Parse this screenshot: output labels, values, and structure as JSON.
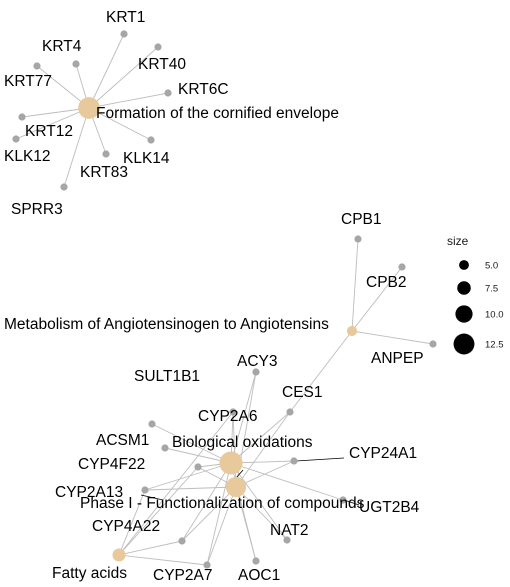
{
  "colors": {
    "category_node": "#e8c99b",
    "gene_node": "#a6a6a6",
    "edge": "#bdbdbd",
    "label": "#000000"
  },
  "legend": {
    "title": "size",
    "entries": [
      {
        "label": "5.0",
        "size": 5.0
      },
      {
        "label": "7.5",
        "size": 7.5
      },
      {
        "label": "10.0",
        "size": 10.0
      },
      {
        "label": "12.5",
        "size": 12.5
      }
    ]
  },
  "categories": [
    {
      "id": "cornified",
      "label": "Formation of the cornified envelope",
      "size": 12
    },
    {
      "id": "angiotensin",
      "label": "Metabolism of Angiotensinogen to Angiotensins",
      "size": 4
    },
    {
      "id": "bioox",
      "label": "Biological oxidations",
      "size": 13
    },
    {
      "id": "phase1",
      "label": "Phase I - Functionalization of compounds",
      "size": 11
    },
    {
      "id": "fatty",
      "label": "Fatty acids",
      "size": 6
    }
  ],
  "genes": [
    {
      "id": "KRT1",
      "label": "KRT1"
    },
    {
      "id": "KRT4",
      "label": "KRT4"
    },
    {
      "id": "KRT40",
      "label": "KRT40"
    },
    {
      "id": "KRT77",
      "label": "KRT77"
    },
    {
      "id": "KRT6C",
      "label": "KRT6C"
    },
    {
      "id": "KRT12",
      "label": "KRT12"
    },
    {
      "id": "KLK12",
      "label": "KLK12"
    },
    {
      "id": "KLK14",
      "label": "KLK14"
    },
    {
      "id": "KRT83",
      "label": "KRT83"
    },
    {
      "id": "SPRR3",
      "label": "SPRR3"
    },
    {
      "id": "CPB1",
      "label": "CPB1"
    },
    {
      "id": "CPB2",
      "label": "CPB2"
    },
    {
      "id": "ANPEP",
      "label": "ANPEP"
    },
    {
      "id": "SULT1B1",
      "label": "SULT1B1"
    },
    {
      "id": "ACY3",
      "label": "ACY3"
    },
    {
      "id": "CES1",
      "label": "CES1"
    },
    {
      "id": "CYP2A6",
      "label": "CYP2A6"
    },
    {
      "id": "ACSM1",
      "label": "ACSM1"
    },
    {
      "id": "CYP24A1",
      "label": "CYP24A1"
    },
    {
      "id": "CYP4F22",
      "label": "CYP4F22"
    },
    {
      "id": "CYP2A13",
      "label": "CYP2A13"
    },
    {
      "id": "UGT2B4",
      "label": "UGT2B4"
    },
    {
      "id": "CYP4A22",
      "label": "CYP4A22"
    },
    {
      "id": "NAT2",
      "label": "NAT2"
    },
    {
      "id": "CYP2A7",
      "label": "CYP2A7"
    },
    {
      "id": "AOC1",
      "label": "AOC1"
    }
  ],
  "edges": [
    [
      "cornified",
      "KRT1"
    ],
    [
      "cornified",
      "KRT4"
    ],
    [
      "cornified",
      "KRT40"
    ],
    [
      "cornified",
      "KRT77"
    ],
    [
      "cornified",
      "KRT6C"
    ],
    [
      "cornified",
      "KRT12"
    ],
    [
      "cornified",
      "KLK12"
    ],
    [
      "cornified",
      "KLK14"
    ],
    [
      "cornified",
      "KRT83"
    ],
    [
      "cornified",
      "SPRR3"
    ],
    [
      "angiotensin",
      "CPB1"
    ],
    [
      "angiotensin",
      "CPB2"
    ],
    [
      "angiotensin",
      "ANPEP"
    ],
    [
      "angiotensin",
      "CES1"
    ],
    [
      "bioox",
      "SULT1B1"
    ],
    [
      "bioox",
      "ACY3"
    ],
    [
      "bioox",
      "CES1"
    ],
    [
      "bioox",
      "CYP2A6"
    ],
    [
      "bioox",
      "ACSM1"
    ],
    [
      "bioox",
      "CYP24A1"
    ],
    [
      "bioox",
      "CYP4F22"
    ],
    [
      "bioox",
      "CYP2A13"
    ],
    [
      "bioox",
      "UGT2B4"
    ],
    [
      "bioox",
      "CYP4A22"
    ],
    [
      "bioox",
      "NAT2"
    ],
    [
      "bioox",
      "CYP2A7"
    ],
    [
      "bioox",
      "AOC1"
    ],
    [
      "phase1",
      "CES1"
    ],
    [
      "phase1",
      "CYP2A6"
    ],
    [
      "phase1",
      "CYP24A1"
    ],
    [
      "phase1",
      "CYP4F22"
    ],
    [
      "phase1",
      "CYP2A13"
    ],
    [
      "phase1",
      "CYP4A22"
    ],
    [
      "phase1",
      "NAT2"
    ],
    [
      "phase1",
      "CYP2A7"
    ],
    [
      "phase1",
      "AOC1"
    ],
    [
      "phase1",
      "ACY3"
    ],
    [
      "fatty",
      "CYP4F22"
    ],
    [
      "fatty",
      "CYP2A13"
    ],
    [
      "fatty",
      "CYP4A22"
    ],
    [
      "fatty",
      "CYP2A7"
    ],
    [
      "fatty",
      "CYP2A6"
    ]
  ]
}
